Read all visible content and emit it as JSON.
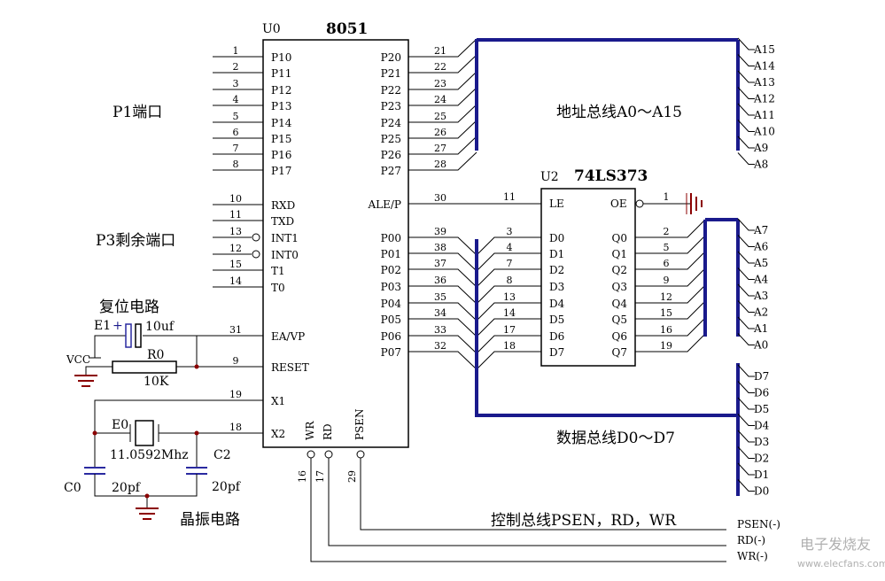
{
  "u0": {
    "ref": "U0",
    "name": "8051",
    "left_pins": [
      {
        "num": "1",
        "name": "P10"
      },
      {
        "num": "2",
        "name": "P11"
      },
      {
        "num": "3",
        "name": "P12"
      },
      {
        "num": "4",
        "name": "P13"
      },
      {
        "num": "5",
        "name": "P14"
      },
      {
        "num": "6",
        "name": "P15"
      },
      {
        "num": "7",
        "name": "P16"
      },
      {
        "num": "8",
        "name": "P17"
      },
      {
        "num": "10",
        "name": "RXD"
      },
      {
        "num": "11",
        "name": "TXD"
      },
      {
        "num": "13",
        "name": "INT1"
      },
      {
        "num": "12",
        "name": "INT0"
      },
      {
        "num": "15",
        "name": "T1"
      },
      {
        "num": "14",
        "name": "T0"
      },
      {
        "num": "31",
        "name": "EA/VP"
      },
      {
        "num": "9",
        "name": "RESET"
      },
      {
        "num": "19",
        "name": "X1"
      },
      {
        "num": "18",
        "name": "X2"
      }
    ],
    "right_pins": [
      {
        "num": "21",
        "name": "P20"
      },
      {
        "num": "22",
        "name": "P21"
      },
      {
        "num": "23",
        "name": "P22"
      },
      {
        "num": "24",
        "name": "P23"
      },
      {
        "num": "25",
        "name": "P24"
      },
      {
        "num": "26",
        "name": "P25"
      },
      {
        "num": "27",
        "name": "P26"
      },
      {
        "num": "28",
        "name": "P27"
      },
      {
        "num": "30",
        "name": "ALE/P"
      },
      {
        "num": "39",
        "name": "P00"
      },
      {
        "num": "38",
        "name": "P01"
      },
      {
        "num": "37",
        "name": "P02"
      },
      {
        "num": "36",
        "name": "P03"
      },
      {
        "num": "35",
        "name": "P04"
      },
      {
        "num": "34",
        "name": "P05"
      },
      {
        "num": "33",
        "name": "P06"
      },
      {
        "num": "32",
        "name": "P07"
      }
    ],
    "bottom_pins": [
      {
        "num": "16",
        "name": "WR"
      },
      {
        "num": "17",
        "name": "RD"
      },
      {
        "num": "29",
        "name": "PSEN"
      }
    ]
  },
  "u2": {
    "ref": "U2",
    "name": "74LS373",
    "le": {
      "in": "11",
      "name": "LE"
    },
    "oe": {
      "num": "1",
      "name": "OE"
    },
    "d_pins": [
      {
        "num": "3",
        "name": "D0"
      },
      {
        "num": "4",
        "name": "D1"
      },
      {
        "num": "7",
        "name": "D2"
      },
      {
        "num": "8",
        "name": "D3"
      },
      {
        "num": "13",
        "name": "D4"
      },
      {
        "num": "14",
        "name": "D5"
      },
      {
        "num": "17",
        "name": "D6"
      },
      {
        "num": "18",
        "name": "D7"
      }
    ],
    "q_pins": [
      {
        "num": "2",
        "name": "Q0"
      },
      {
        "num": "5",
        "name": "Q1"
      },
      {
        "num": "6",
        "name": "Q2"
      },
      {
        "num": "9",
        "name": "Q3"
      },
      {
        "num": "12",
        "name": "Q4"
      },
      {
        "num": "15",
        "name": "Q5"
      },
      {
        "num": "16",
        "name": "Q6"
      },
      {
        "num": "19",
        "name": "Q7"
      }
    ]
  },
  "labels": {
    "p1_port": "P1端口",
    "p3_port": "P3剩余端口",
    "reset_circuit": "复位电路",
    "crystal_circuit": "晶振电路",
    "addr_bus": "地址总线A0～A15",
    "data_bus": "数据总线D0～D7",
    "ctrl_bus": "控制总线PSEN，RD，WR"
  },
  "components": {
    "e1": "E1",
    "e1_plus": "+",
    "e1_val": "10uf",
    "vcc": "VCC",
    "r0": "R0",
    "r0_val": "10K",
    "e0": "E0",
    "xtal": "11.0592Mhz",
    "c2": "C2",
    "c2_val": "20pf",
    "c0": "C0",
    "c0_val": "20pf"
  },
  "addr_hi": [
    "A15",
    "A14",
    "A13",
    "A12",
    "A11",
    "A10",
    "A9",
    "A8"
  ],
  "addr_lo": [
    "A7",
    "A6",
    "A5",
    "A4",
    "A3",
    "A2",
    "A1",
    "A0"
  ],
  "data_lines": [
    "D7",
    "D6",
    "D5",
    "D4",
    "D3",
    "D2",
    "D1",
    "D0"
  ],
  "ctrl_lines": [
    "PSEN(-)",
    "RD(-)",
    "WR(-)"
  ],
  "watermark": {
    "cn": "电子发烧友",
    "url": "www.elecfans.com"
  },
  "colors": {
    "bus": "#1a1a8c",
    "wire": "#000000",
    "ground": "#8b0000",
    "cap": "#2a2aa0"
  }
}
